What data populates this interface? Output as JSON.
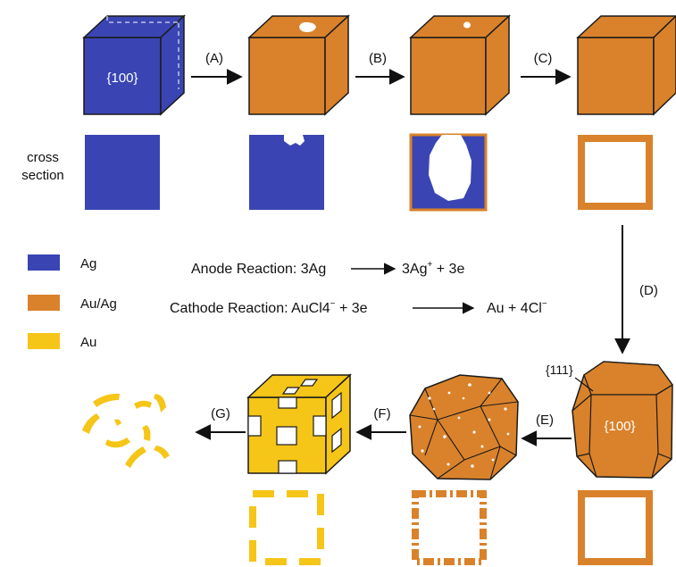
{
  "colors": {
    "ag": "#3a45b3",
    "auag": "#d9822b",
    "au": "#f5c518",
    "outline": "#1a1a1a",
    "pit": "#ffffff"
  },
  "labels": {
    "facet_100_top": "{100}",
    "facet_100_bottom": "{100}",
    "facet_111": "{111}",
    "cross_section_line1": "cross",
    "cross_section_line2": "section"
  },
  "steps": {
    "a": "(A)",
    "b": "(B)",
    "c": "(C)",
    "d": "(D)",
    "e": "(E)",
    "f": "(F)",
    "g": "(G)"
  },
  "legend": [
    {
      "color_key": "ag",
      "label": "Ag"
    },
    {
      "color_key": "auag",
      "label": "Au/Ag"
    },
    {
      "color_key": "au",
      "label": "Au"
    }
  ],
  "reactions": {
    "anode": {
      "prefix": "Anode Reaction: 3Ag",
      "product": "3Ag",
      "product_sup": "+",
      "suffix": " + 3e"
    },
    "cathode": {
      "prefix": "Cathode Reaction: AuCl4",
      "prefix_sup": "−",
      "mid": " + 3e",
      "product": "Au + 4Cl",
      "product_sup": "−"
    }
  }
}
